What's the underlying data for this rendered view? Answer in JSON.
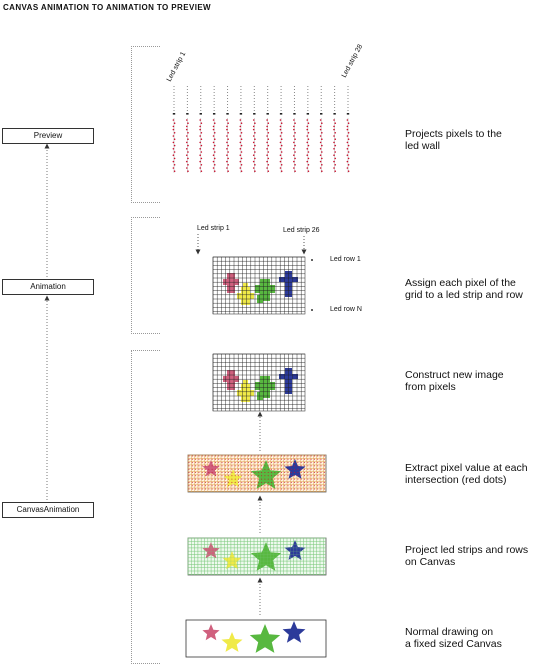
{
  "title": "CANVAS ANIMATION TO ANIMATION TO PREVIEW",
  "stages": {
    "preview": "Preview",
    "animation": "Animation",
    "canvas_animation": "CanvasAnimation"
  },
  "preview_labels": {
    "first_strip": "Led strip 1",
    "last_strip": "Led strip 28"
  },
  "animation_labels": {
    "first_strip": "Led strip 1",
    "last_strip": "Led strip 26",
    "first_row": "Led row 1",
    "last_row": "Led row N"
  },
  "steps": {
    "preview": [
      "Projects pixels to the",
      "led wall"
    ],
    "assign": [
      "Assign each pixel of the",
      "grid to a led strip and row"
    ],
    "construct": [
      "Construct new image",
      "from pixels"
    ],
    "extract": [
      "Extract pixel value at each",
      "intersection (red dots)"
    ],
    "project": [
      "Project led strips and rows",
      "on Canvas"
    ],
    "normal": [
      "Normal drawing on",
      "a fixed sized Canvas"
    ]
  },
  "colors": {
    "pink": "#d0607e",
    "yellow": "#f0ea48",
    "green": "#58b840",
    "blue": "#2c3a9a",
    "red_dots": "#c8102e",
    "strip_green": "#8ad08a",
    "strip_orange": "#e0a050"
  }
}
